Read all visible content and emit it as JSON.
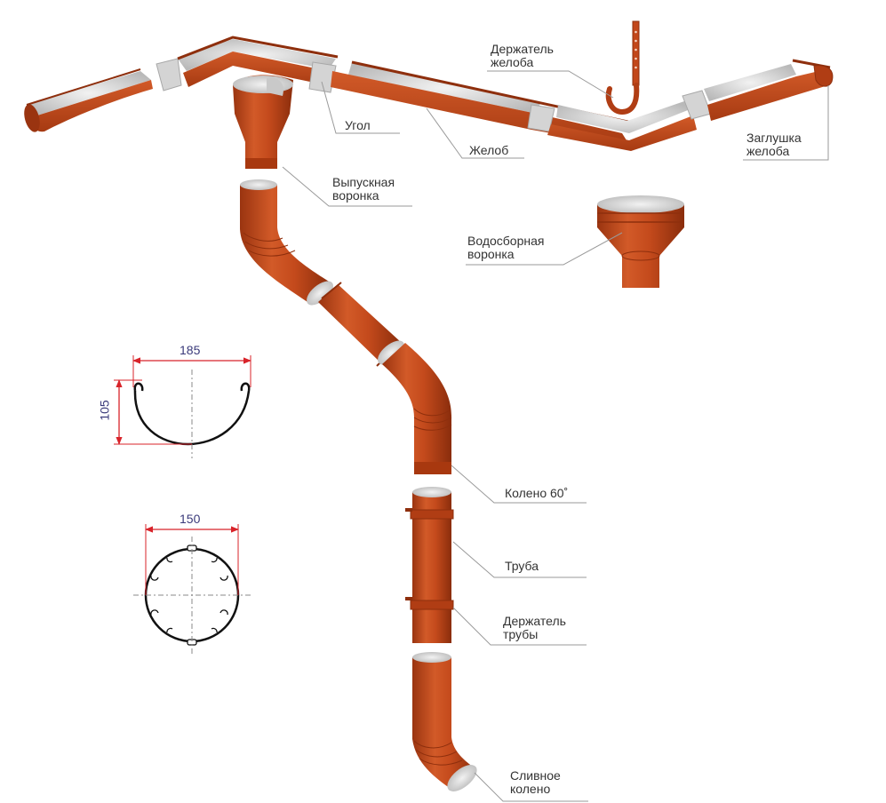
{
  "labels": {
    "gutter_holder": [
      "Держатель",
      "желоба"
    ],
    "corner": "Угол",
    "gutter": "Желоб",
    "gutter_cap": [
      "Заглушка",
      "желоба"
    ],
    "outlet_funnel": [
      "Выпускная",
      "воронка"
    ],
    "collector_funnel": [
      "Водосборная",
      "воронка"
    ],
    "elbow": "Колено 60˚",
    "pipe": "Труба",
    "pipe_holder": [
      "Держатель",
      "трубы"
    ],
    "drain_elbow": [
      "Сливное",
      "колено"
    ]
  },
  "dimensions": {
    "gutter_width": "185",
    "gutter_depth": "105",
    "pipe_diameter": "150"
  },
  "colors": {
    "metal": "#c2471a",
    "metal_dark": "#8e2f0d",
    "metal_light": "#dc6a3a",
    "inner": "#dcdcdc",
    "dimension": "#d8232a",
    "outline": "#111111"
  }
}
